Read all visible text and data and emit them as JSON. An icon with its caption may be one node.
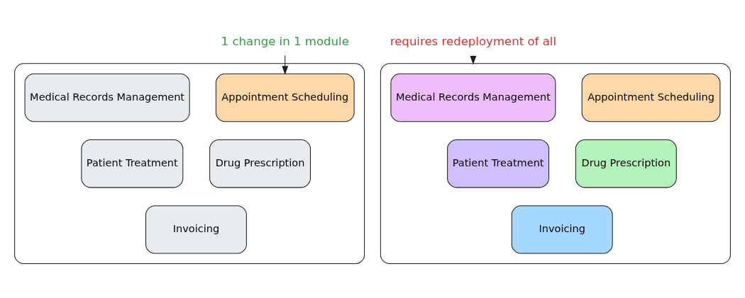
{
  "diagram": {
    "nodes": [
      {
        "text": [
          "1 change in 1 module"
        ]
      },
      {
        "text": [
          "requires redeployment of all"
        ]
      },
      {
        "text": [],
        "shape": "box"
      },
      {
        "text": [
          "Medical Records Management"
        ],
        "in": 2
      },
      {
        "text": [
          "Appointment Scheduling"
        ],
        "in": 2
      },
      {
        "text": [
          "Patient Treatment"
        ],
        "in": 2
      },
      {
        "text": [
          "Drug Prescription"
        ],
        "in": 2
      },
      {
        "text": [
          "Invoicing"
        ],
        "in": 2
      },
      {
        "text": [],
        "shape": "box"
      },
      {
        "text": [
          "Medical Records Management"
        ],
        "in": 8
      },
      {
        "text": [
          "Appointment Scheduling"
        ],
        "in": 8
      },
      {
        "text": [
          "Patient Treatment"
        ],
        "in": 8
      },
      {
        "text": [
          "Drug Prescription"
        ],
        "in": 8
      },
      {
        "text": [
          "Invoicing"
        ],
        "in": 8
      }
    ],
    "edges": [
      {
        "from": 0,
        "to": 4,
        "arrow": "to"
      },
      {
        "from": 1,
        "to": 8,
        "arrow": "to"
      }
    ]
  }
}
